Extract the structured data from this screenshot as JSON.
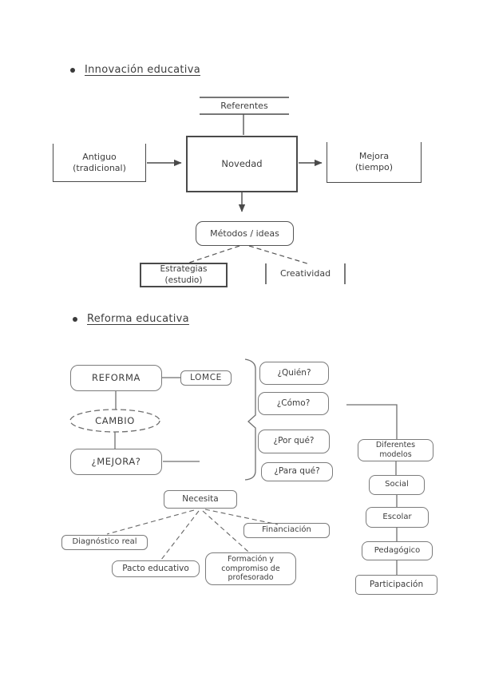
{
  "colors": {
    "ink": "#3d3d3d",
    "stroke_dark": "#4a4a4a",
    "stroke_light": "#7b7b7b",
    "background": "#ffffff"
  },
  "innovacion": {
    "title": "Innovación educativa",
    "referentes": "Referentes",
    "antiguo_line1": "Antiguo",
    "antiguo_line2": "(tradicional)",
    "novedad": "Novedad",
    "mejora_line1": "Mejora",
    "mejora_line2": "(tiempo)",
    "metodos": "Métodos / ideas",
    "estrategias_line1": "Estrategias",
    "estrategias_line2": "(estudio)",
    "creatividad": "Creatividad"
  },
  "reforma": {
    "title": "Reforma educativa",
    "reforma": "REFORMA",
    "lomce": "LOMCE",
    "cambio": "CAMBIO",
    "mejora": "¿MEJORA?",
    "preguntas": [
      "¿Quién?",
      "¿Cómo?",
      "¿Por qué?",
      "¿Para qué?"
    ],
    "modelos_line1": "Diferentes",
    "modelos_line2": "modelos",
    "modelos_items": [
      "Social",
      "Escolar",
      "Pedagógico",
      "Participación"
    ],
    "necesita": "Necesita",
    "diagnostico": "Diagnóstico real",
    "pacto": "Pacto educativo",
    "formacion_line1": "Formación y",
    "formacion_line2": "compromiso de",
    "formacion_line3": "profesorado",
    "financiacion": "Financiación"
  }
}
